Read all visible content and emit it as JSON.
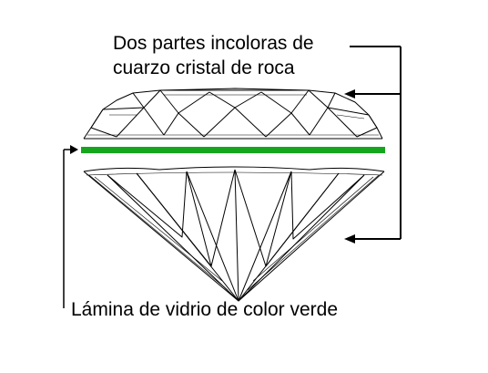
{
  "labels": {
    "crystal_line_1": "Dos partes incoloras de",
    "crystal_line_2": "cuarzo cristal de roca",
    "glass_layer": "Lámina de vidrio de color verde"
  },
  "colors": {
    "glass_layer": "#16a61e",
    "outline": "#000000",
    "background": "#ffffff"
  }
}
